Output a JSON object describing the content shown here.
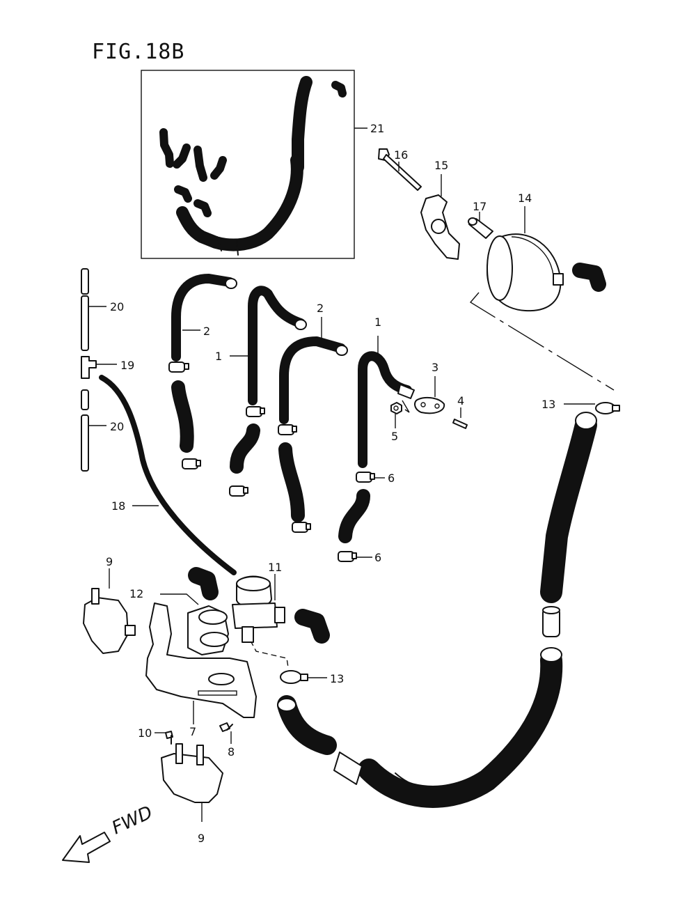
{
  "figure": {
    "title": "FIG.18B"
  },
  "direction": {
    "label": "FWD"
  },
  "callouts": {
    "c1a": "1",
    "c1b": "1",
    "c2a": "2",
    "c2b": "2",
    "c3": "3",
    "c4": "4",
    "c5": "5",
    "c6a": "6",
    "c6b": "6",
    "c7": "7",
    "c8": "8",
    "c9a": "9",
    "c9b": "9",
    "c10": "10",
    "c11": "11",
    "c12": "12",
    "c13a": "13",
    "c13b": "13",
    "c14": "14",
    "c15": "15",
    "c16": "16",
    "c17": "17",
    "c18": "18",
    "c19": "19",
    "c20a": "20",
    "c20b": "20",
    "c21": "21"
  }
}
